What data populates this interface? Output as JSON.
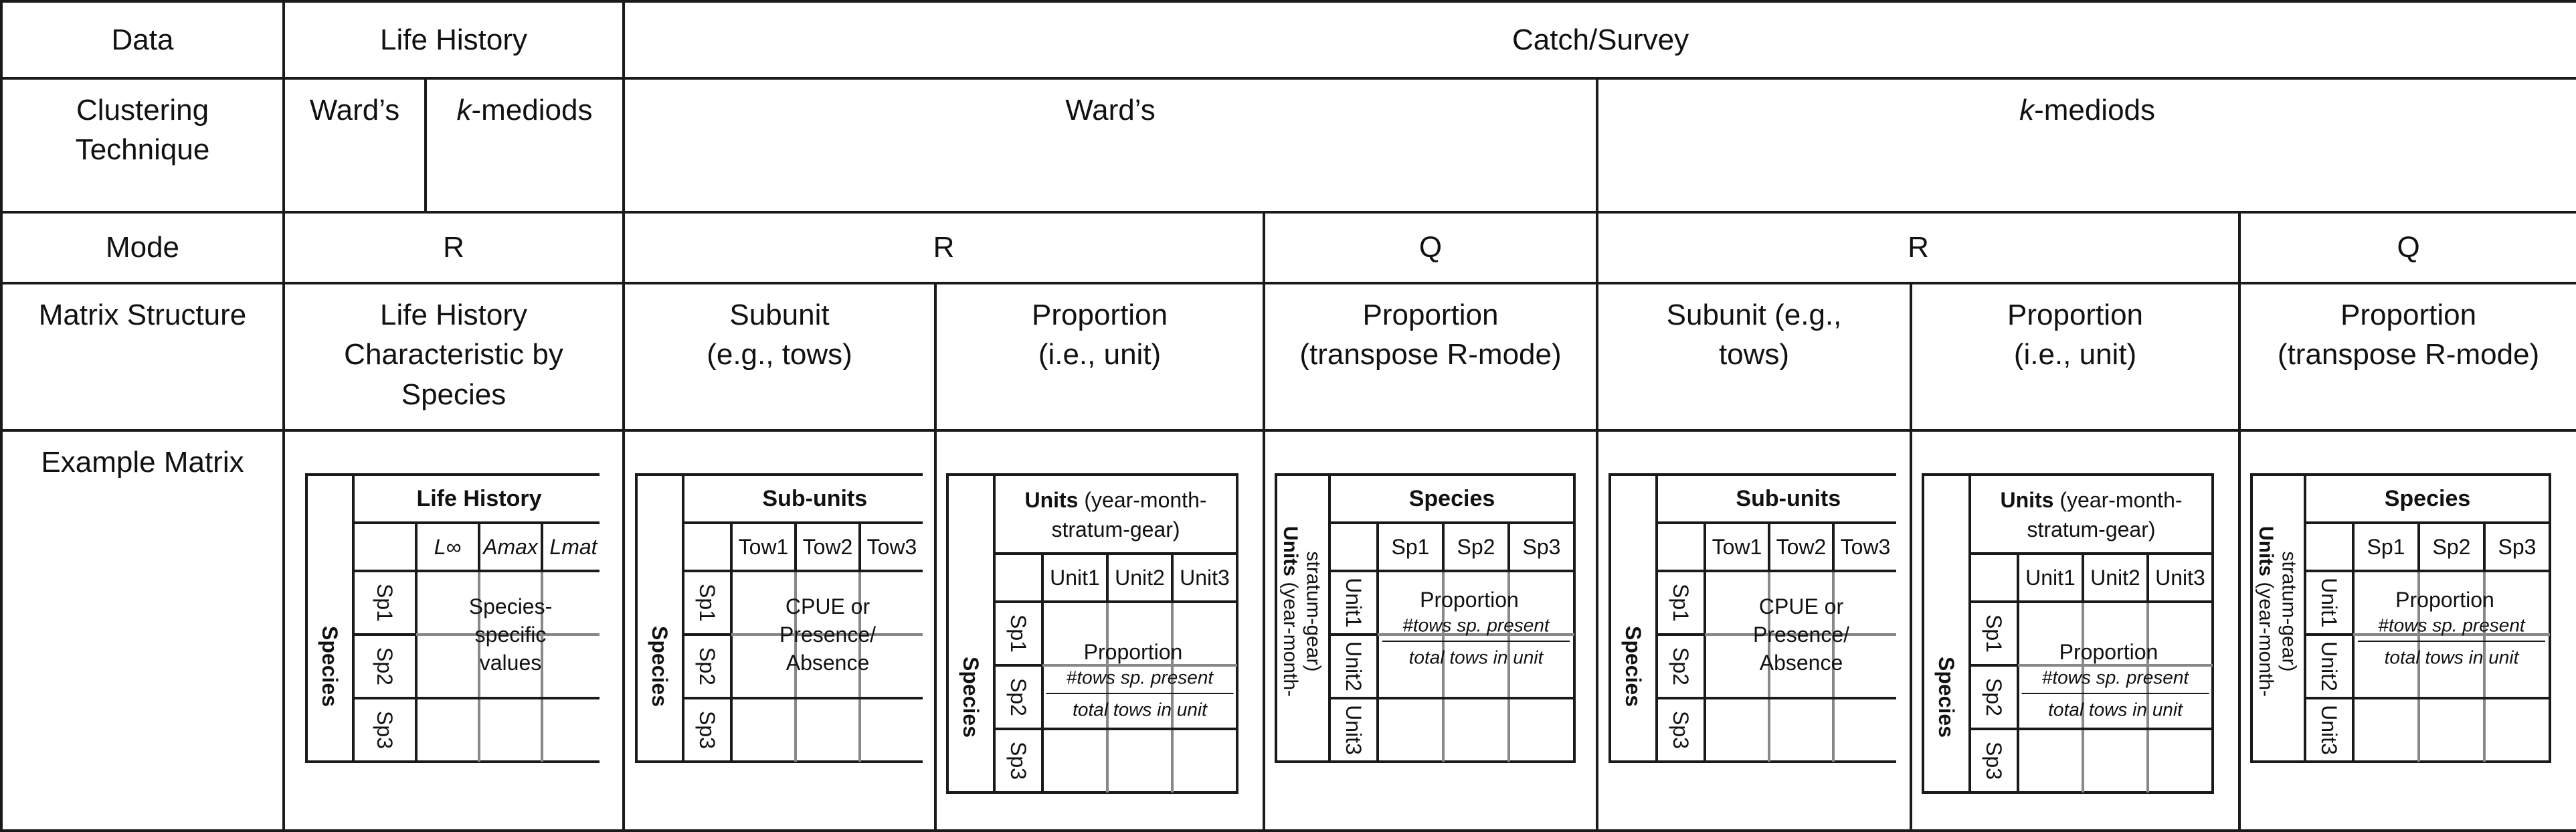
{
  "header": {
    "data_label": "Data",
    "life_history": "Life History",
    "catch_survey": "Catch/Survey"
  },
  "clustering": {
    "label_line1": "Clustering",
    "label_line2": "Technique",
    "lh_wards": "Ward’s",
    "lh_k": "k",
    "lh_mediods": "-mediods",
    "cs_wards": "Ward’s",
    "cs_k": "k",
    "cs_mediods": "-mediods"
  },
  "mode": {
    "label": "Mode",
    "lh_r": "R",
    "wards_r": "R",
    "wards_q": "Q",
    "kmed_r": "R",
    "kmed_q": "Q"
  },
  "matrix_structure": {
    "label": "Matrix Structure",
    "lh_line1": "Life History",
    "lh_line2": "Characteristic by",
    "lh_line3": "Species",
    "w_subunit_line1": "Subunit",
    "w_subunit_line2": "(e.g., tows)",
    "w_prop_line1": "Proportion",
    "w_prop_line2": "(i.e., unit)",
    "w_q_line1": "Proportion",
    "w_q_line2": "(transpose R-mode)",
    "k_subunit_line1": "Subunit (e.g.,",
    "k_subunit_line2": "tows)",
    "k_prop_line1": "Proportion",
    "k_prop_line2": "(i.e., unit)",
    "k_q_line1": "Proportion",
    "k_q_line2": "(transpose R-mode)"
  },
  "example_matrix": {
    "label": "Example Matrix",
    "life_history": {
      "title": "Life History",
      "row_label": "Species",
      "cols": [
        "L∞",
        "Amax",
        "Lmat"
      ],
      "rows": [
        "Sp1",
        "Sp2",
        "Sp3"
      ],
      "body_line1": "Species-",
      "body_line2": "specific",
      "body_line3": "values"
    },
    "subunits": {
      "title": "Sub-units",
      "row_label": "Species",
      "cols": [
        "Tow1",
        "Tow2",
        "Tow3"
      ],
      "rows": [
        "Sp1",
        "Sp2",
        "Sp3"
      ],
      "body_line1": "CPUE or",
      "body_line2": "Presence/",
      "body_line3": "Absence"
    },
    "units_prop": {
      "title_bold": "Units",
      "title_rest": " (year-month-",
      "title_line2": "stratum-gear)",
      "row_label": "Species",
      "cols": [
        "Unit1",
        "Unit2",
        "Unit3"
      ],
      "rows": [
        "Sp1",
        "Sp2",
        "Sp3"
      ],
      "body_title": "Proportion",
      "numerator": "#tows sp. present",
      "denominator": "total tows in unit"
    },
    "species_q": {
      "title": "Species",
      "row_label_bold": "Units",
      "row_label_rest": " (year-month-",
      "row_label_line2": "stratum-gear)",
      "cols": [
        "Sp1",
        "Sp2",
        "Sp3"
      ],
      "rows": [
        "Unit1",
        "Unit2",
        "Unit3"
      ],
      "body_title": "Proportion",
      "numerator": "#tows sp. present",
      "denominator": "total tows in unit"
    }
  }
}
